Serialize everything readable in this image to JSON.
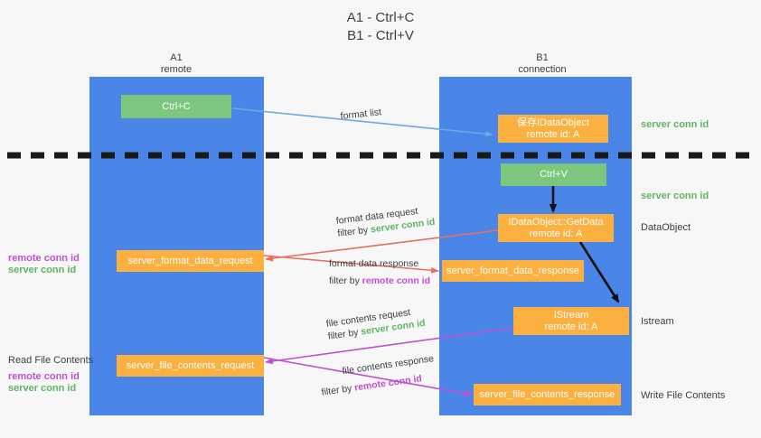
{
  "title": {
    "line1": "A1 - Ctrl+C",
    "line2": "B1 - Ctrl+V"
  },
  "columns": [
    {
      "name": "A1",
      "sub": "remote"
    },
    {
      "name": "B1",
      "sub": "connection"
    }
  ],
  "colors": {
    "lane": "#4a86e8",
    "green_node": "#7dc67d",
    "orange_node": "#fbb040",
    "server_conn": "#5fb55f",
    "remote_conn": "#c04fd0",
    "divider": "#1a1a1a",
    "arrow_blue": "#6fa8dc",
    "arrow_red": "#e8705f",
    "arrow_magenta": "#c04fd0",
    "arrow_dark": "#111111",
    "background": "#f7f7f7",
    "text": "#3c4043"
  },
  "nodes": {
    "ctrl_c": {
      "label": "Ctrl+C"
    },
    "save_idataobject": {
      "line1": "保存IDataObject",
      "line2": "remote id: A"
    },
    "ctrl_v": {
      "label": "Ctrl+V"
    },
    "getdata": {
      "line1": "IDataObject::GetData",
      "line2": "remote id: A"
    },
    "server_format_data_request": {
      "label": "server_format_data_request"
    },
    "server_format_data_response": {
      "label": "server_format_data_response"
    },
    "istream": {
      "line1": "IStream",
      "line2": "remote id: A"
    },
    "server_file_contents_request": {
      "label": "server_file_contents_request"
    },
    "server_file_contents_response": {
      "label": "server_file_contents_response"
    }
  },
  "right_labels": {
    "server_conn_id_top": "server conn id",
    "server_conn_id_mid": "server conn id",
    "dataobject": "DataObject",
    "istream": "Istream",
    "write_file_contents": "Write File Contents"
  },
  "left_labels": {
    "remote_conn_id_1": "remote conn id",
    "server_conn_id_1": "server conn id",
    "read_file_contents": "Read File Contents",
    "remote_conn_id_2": "remote conn id",
    "server_conn_id_2": "server conn id"
  },
  "edge_labels": {
    "format_list": "format list",
    "format_data_request": "format data request",
    "format_data_request_filter_prefix": "filter by ",
    "format_data_request_filter_value": "server conn id",
    "format_data_response": "format data response",
    "format_data_response_filter_prefix": "filter by ",
    "format_data_response_filter_value": "remote conn id",
    "file_contents_request": "file contents request",
    "file_contents_request_filter_prefix": "filter by ",
    "file_contents_request_filter_value": "server conn id",
    "file_contents_response": "file contents response",
    "file_contents_response_filter_prefix": "filter by ",
    "file_contents_response_filter_value": "remote conn id"
  }
}
